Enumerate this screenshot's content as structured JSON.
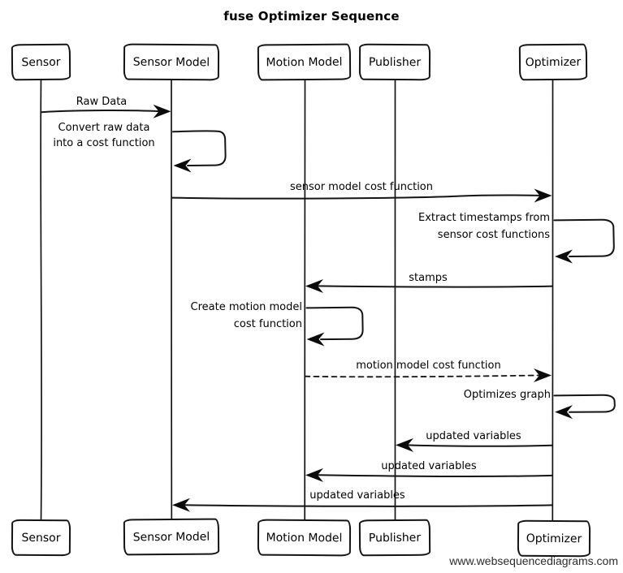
{
  "title": "fuse Optimizer Sequence",
  "watermark": "www.websequencediagrams.com",
  "colors": {
    "ink": "#141414",
    "background": "#ffffff",
    "watermark_text": "#2d2d2d"
  },
  "participants": [
    {
      "name": "Sensor"
    },
    {
      "name": "Sensor Model"
    },
    {
      "name": "Motion Model"
    },
    {
      "name": "Publisher"
    },
    {
      "name": "Optimizer"
    }
  ],
  "messages": [
    {
      "from": "Sensor",
      "to": "Sensor Model",
      "style": "solid",
      "label": "Raw Data"
    },
    {
      "from": "Sensor Model",
      "to": "Sensor Model",
      "style": "self",
      "label": "Convert raw data\ninto a cost function"
    },
    {
      "from": "Sensor Model",
      "to": "Optimizer",
      "style": "solid",
      "label": "sensor model cost function"
    },
    {
      "from": "Optimizer",
      "to": "Optimizer",
      "style": "self",
      "label": "Extract timestamps from\nsensor cost functions"
    },
    {
      "from": "Optimizer",
      "to": "Motion Model",
      "style": "solid",
      "label": "stamps"
    },
    {
      "from": "Motion Model",
      "to": "Motion Model",
      "style": "self",
      "label": "Create motion model\ncost function"
    },
    {
      "from": "Motion Model",
      "to": "Optimizer",
      "style": "dashed",
      "label": "motion model cost function"
    },
    {
      "from": "Optimizer",
      "to": "Optimizer",
      "style": "self",
      "label": "Optimizes graph"
    },
    {
      "from": "Optimizer",
      "to": "Publisher",
      "style": "solid",
      "label": "updated variables"
    },
    {
      "from": "Optimizer",
      "to": "Motion Model",
      "style": "solid",
      "label": "updated variables"
    },
    {
      "from": "Optimizer",
      "to": "Sensor Model",
      "style": "solid",
      "label": "updated variables"
    }
  ]
}
